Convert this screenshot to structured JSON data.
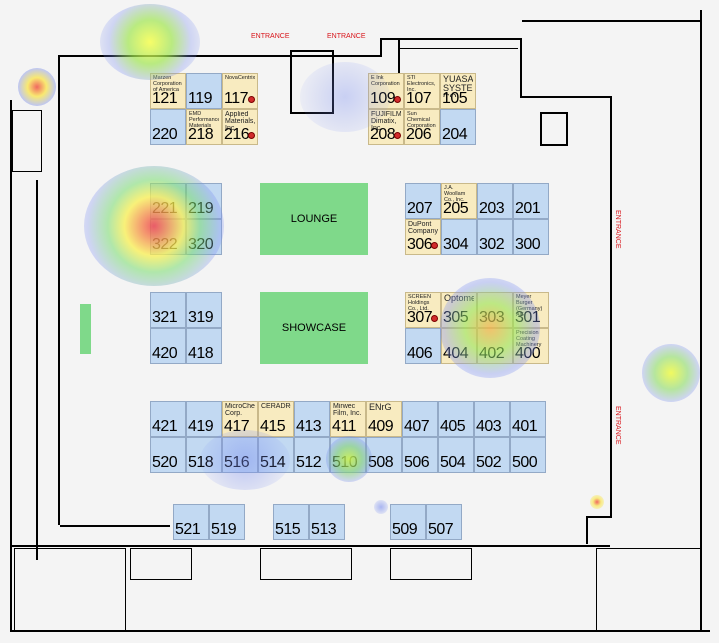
{
  "map": {
    "areas": {
      "lounge": "LOUNGE",
      "showcase": "SHOWCASE"
    },
    "entrances": {
      "top_left": "ENTRANCE",
      "top_right": "ENTRANCE",
      "right_top": "ENTRANCE",
      "right_bottom": "ENTRANCE"
    },
    "colors": {
      "available_booth": "#c2d9f2",
      "reserved_booth": "#f8ebc0",
      "feature_area": "#7fd98a",
      "entrance_text": "#d8141a"
    },
    "booths": [
      {
        "num": "121",
        "company": "Marzen Corporation of America",
        "reserved": true
      },
      {
        "num": "119",
        "company": "",
        "reserved": false
      },
      {
        "num": "117",
        "company": "NovaCentrix",
        "reserved": true,
        "marker": true
      },
      {
        "num": "220",
        "company": "",
        "reserved": false
      },
      {
        "num": "218",
        "company": "EMD Performance Materials",
        "reserved": true
      },
      {
        "num": "216",
        "company": "Applied Materials, Inc.",
        "reserved": true,
        "marker": true
      },
      {
        "num": "109",
        "company": "E Ink Corporation",
        "reserved": true,
        "marker": true
      },
      {
        "num": "107",
        "company": "STI Electronics, Inc.",
        "reserved": true
      },
      {
        "num": "105",
        "company": "YUASA SYSTEM CO., LTD.",
        "reserved": true
      },
      {
        "num": "208",
        "company": "FUJIFILM Dimatix, Inc.",
        "reserved": true,
        "marker": true
      },
      {
        "num": "206",
        "company": "Sun Chemical Corporation",
        "reserved": true
      },
      {
        "num": "204",
        "company": "",
        "reserved": false
      },
      {
        "num": "221",
        "company": "",
        "reserved": false
      },
      {
        "num": "219",
        "company": "",
        "reserved": false
      },
      {
        "num": "322",
        "company": "",
        "reserved": false
      },
      {
        "num": "320",
        "company": "",
        "reserved": false
      },
      {
        "num": "207",
        "company": "",
        "reserved": false
      },
      {
        "num": "205",
        "company": "J.A. Woollam Co., Inc.",
        "reserved": true
      },
      {
        "num": "203",
        "company": "",
        "reserved": false
      },
      {
        "num": "201",
        "company": "",
        "reserved": false
      },
      {
        "num": "306",
        "company": "DuPont Company",
        "reserved": true,
        "marker": true
      },
      {
        "num": "304",
        "company": "",
        "reserved": false
      },
      {
        "num": "302",
        "company": "",
        "reserved": false
      },
      {
        "num": "300",
        "company": "",
        "reserved": false
      },
      {
        "num": "321",
        "company": "",
        "reserved": false
      },
      {
        "num": "319",
        "company": "",
        "reserved": false
      },
      {
        "num": "420",
        "company": "",
        "reserved": false
      },
      {
        "num": "418",
        "company": "",
        "reserved": false
      },
      {
        "num": "307",
        "company": "SCREEN Holdings Co., Ltd.",
        "reserved": true,
        "marker": true
      },
      {
        "num": "305",
        "company": "Optomec",
        "reserved": true
      },
      {
        "num": "303",
        "company": "",
        "reserved": true
      },
      {
        "num": "301",
        "company": "Meyer Burger (Germany) AG",
        "reserved": true
      },
      {
        "num": "406",
        "company": "",
        "reserved": false
      },
      {
        "num": "404",
        "company": "",
        "reserved": true
      },
      {
        "num": "402",
        "company": "",
        "reserved": true
      },
      {
        "num": "400",
        "company": "Precision Coating Machinery",
        "reserved": true
      },
      {
        "num": "421",
        "company": "",
        "reserved": false
      },
      {
        "num": "419",
        "company": "",
        "reserved": false
      },
      {
        "num": "417",
        "company": "MicroChem Corp.",
        "reserved": true
      },
      {
        "num": "415",
        "company": "CERADROP",
        "reserved": true
      },
      {
        "num": "413",
        "company": "",
        "reserved": false
      },
      {
        "num": "411",
        "company": "Mirwec Film, Inc.",
        "reserved": true
      },
      {
        "num": "409",
        "company": "ENrG",
        "reserved": true
      },
      {
        "num": "407",
        "company": "",
        "reserved": false
      },
      {
        "num": "405",
        "company": "",
        "reserved": false
      },
      {
        "num": "403",
        "company": "",
        "reserved": false
      },
      {
        "num": "401",
        "company": "",
        "reserved": false
      },
      {
        "num": "520",
        "company": "",
        "reserved": false
      },
      {
        "num": "518",
        "company": "",
        "reserved": false
      },
      {
        "num": "516",
        "company": "",
        "reserved": false
      },
      {
        "num": "514",
        "company": "",
        "reserved": false
      },
      {
        "num": "512",
        "company": "",
        "reserved": false
      },
      {
        "num": "510",
        "company": "",
        "reserved": false
      },
      {
        "num": "508",
        "company": "",
        "reserved": false
      },
      {
        "num": "506",
        "company": "",
        "reserved": false
      },
      {
        "num": "504",
        "company": "",
        "reserved": false
      },
      {
        "num": "502",
        "company": "",
        "reserved": false
      },
      {
        "num": "500",
        "company": "",
        "reserved": false
      },
      {
        "num": "521",
        "company": "",
        "reserved": false
      },
      {
        "num": "519",
        "company": "",
        "reserved": false
      },
      {
        "num": "515",
        "company": "",
        "reserved": false
      },
      {
        "num": "513",
        "company": "",
        "reserved": false
      },
      {
        "num": "509",
        "company": "",
        "reserved": false
      },
      {
        "num": "507",
        "company": "",
        "reserved": false
      }
    ]
  }
}
